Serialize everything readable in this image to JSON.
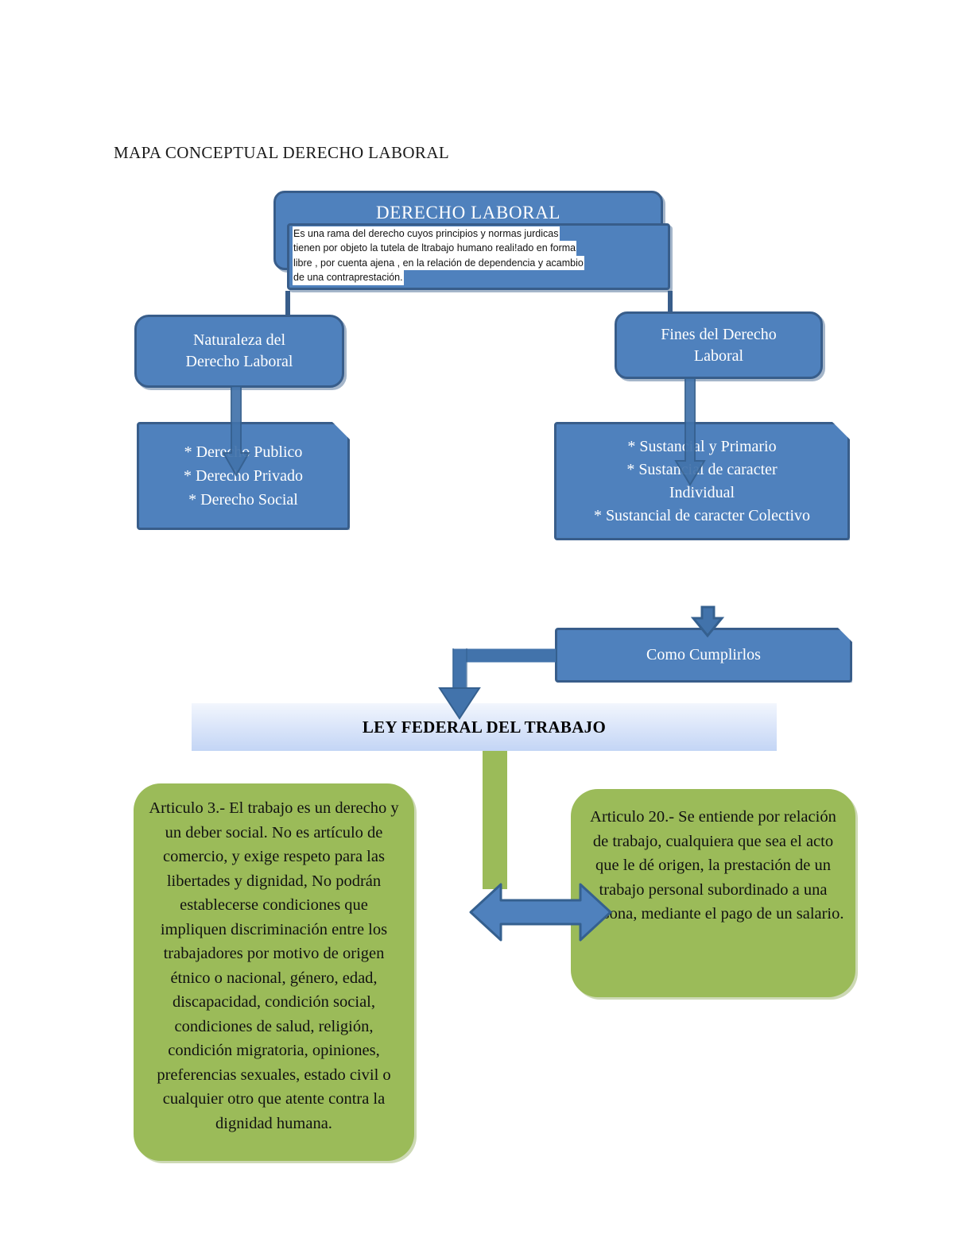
{
  "document": {
    "title": "MAPA CONCEPTUAL DERECHO LABORAL"
  },
  "colors": {
    "blue_fill": "#4f81bd",
    "blue_border": "#385d8a",
    "green_fill": "#9bbb59",
    "banner_gradient_top": "#f2f6fd",
    "banner_gradient_bottom": "#c3d5f5",
    "text_light": "#ffffff",
    "text_dark": "#111111"
  },
  "root_node": {
    "heading": "DERECHO LABORAL",
    "definition_lines": [
      "Es una rama del derecho cuyos principios y normas jurdicas",
      "tienen por objeto la tutela de ltrabajo humano reali!ado en forma",
      "libre , por cuenta ajena , en la relación de dependencia y acambio",
      "de una  contraprestación."
    ]
  },
  "branches": {
    "left": {
      "heading_lines": [
        "Naturaleza del",
        "Derecho Laboral"
      ],
      "items": [
        "* Derecho Publico",
        "* Derecho Privado",
        "* Derecho Social"
      ]
    },
    "right": {
      "heading_lines": [
        "Fines del Derecho",
        "Laboral"
      ],
      "items": [
        "* Sustancial y Primario",
        "* Sustancial de caracter",
        "Individual",
        "* Sustancial de caracter Colectivo"
      ]
    }
  },
  "how_node": {
    "label": "Como Cumplirlos"
  },
  "law_banner": {
    "label": "LEY FEDERAL DEL TRABAJO"
  },
  "articles": {
    "article_3": {
      "text": "Articulo 3.- El trabajo es un derecho y un deber social. No es artículo de comercio, y exige respeto para las libertades y dignidad, No podrán establecerse condiciones que impliquen discriminación entre los trabajadores por motivo de origen étnico o nacional, género, edad, discapacidad, condición social, condiciones de salud, religión, condición migratoria, opiniones, preferencias sexuales, estado civil o cualquier otro que atente contra la dignidad humana."
    },
    "article_20": {
      "text": "Articulo 20.- Se entiende por relación de trabajo, cualquiera que sea el acto que le dé origen, la prestación de un trabajo personal subordinado a una persona, mediante el pago de un salario."
    }
  },
  "connectors": {
    "root_to_left_label": "down-elbow-arrow",
    "root_to_right_label": "down-elbow-arrow",
    "left_heading_to_list_label": "down-arrow",
    "right_heading_to_list_label": "down-arrow",
    "right_list_to_how_label": "down-arrow",
    "how_to_banner_label": "left-down-elbow-arrow",
    "banner_to_article3_label": "green-down-connector",
    "article3_to_article20_label": "double-headed-arrow"
  }
}
